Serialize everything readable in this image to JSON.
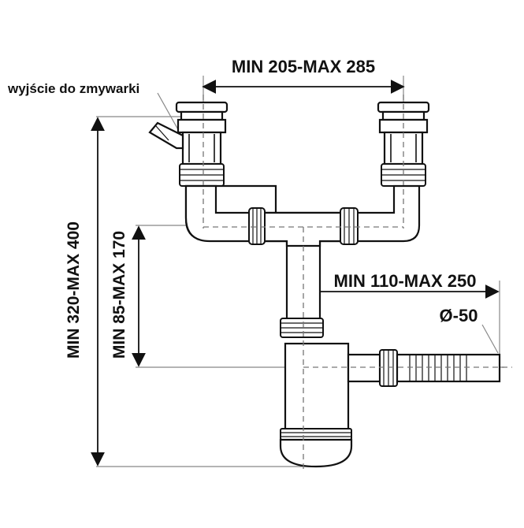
{
  "labels": {
    "top_width": "MIN 205-MAX 285",
    "dishwasher_outlet": "wyjście do zmywarki",
    "total_height": "MIN 320-MAX 400",
    "trap_height": "MIN 85-MAX 170",
    "outlet_length": "MIN 110-MAX 250",
    "outlet_diameter": "Ø-50"
  },
  "colors": {
    "line": "#111111",
    "centerline": "#777777",
    "shade": "#d9d9d9"
  }
}
